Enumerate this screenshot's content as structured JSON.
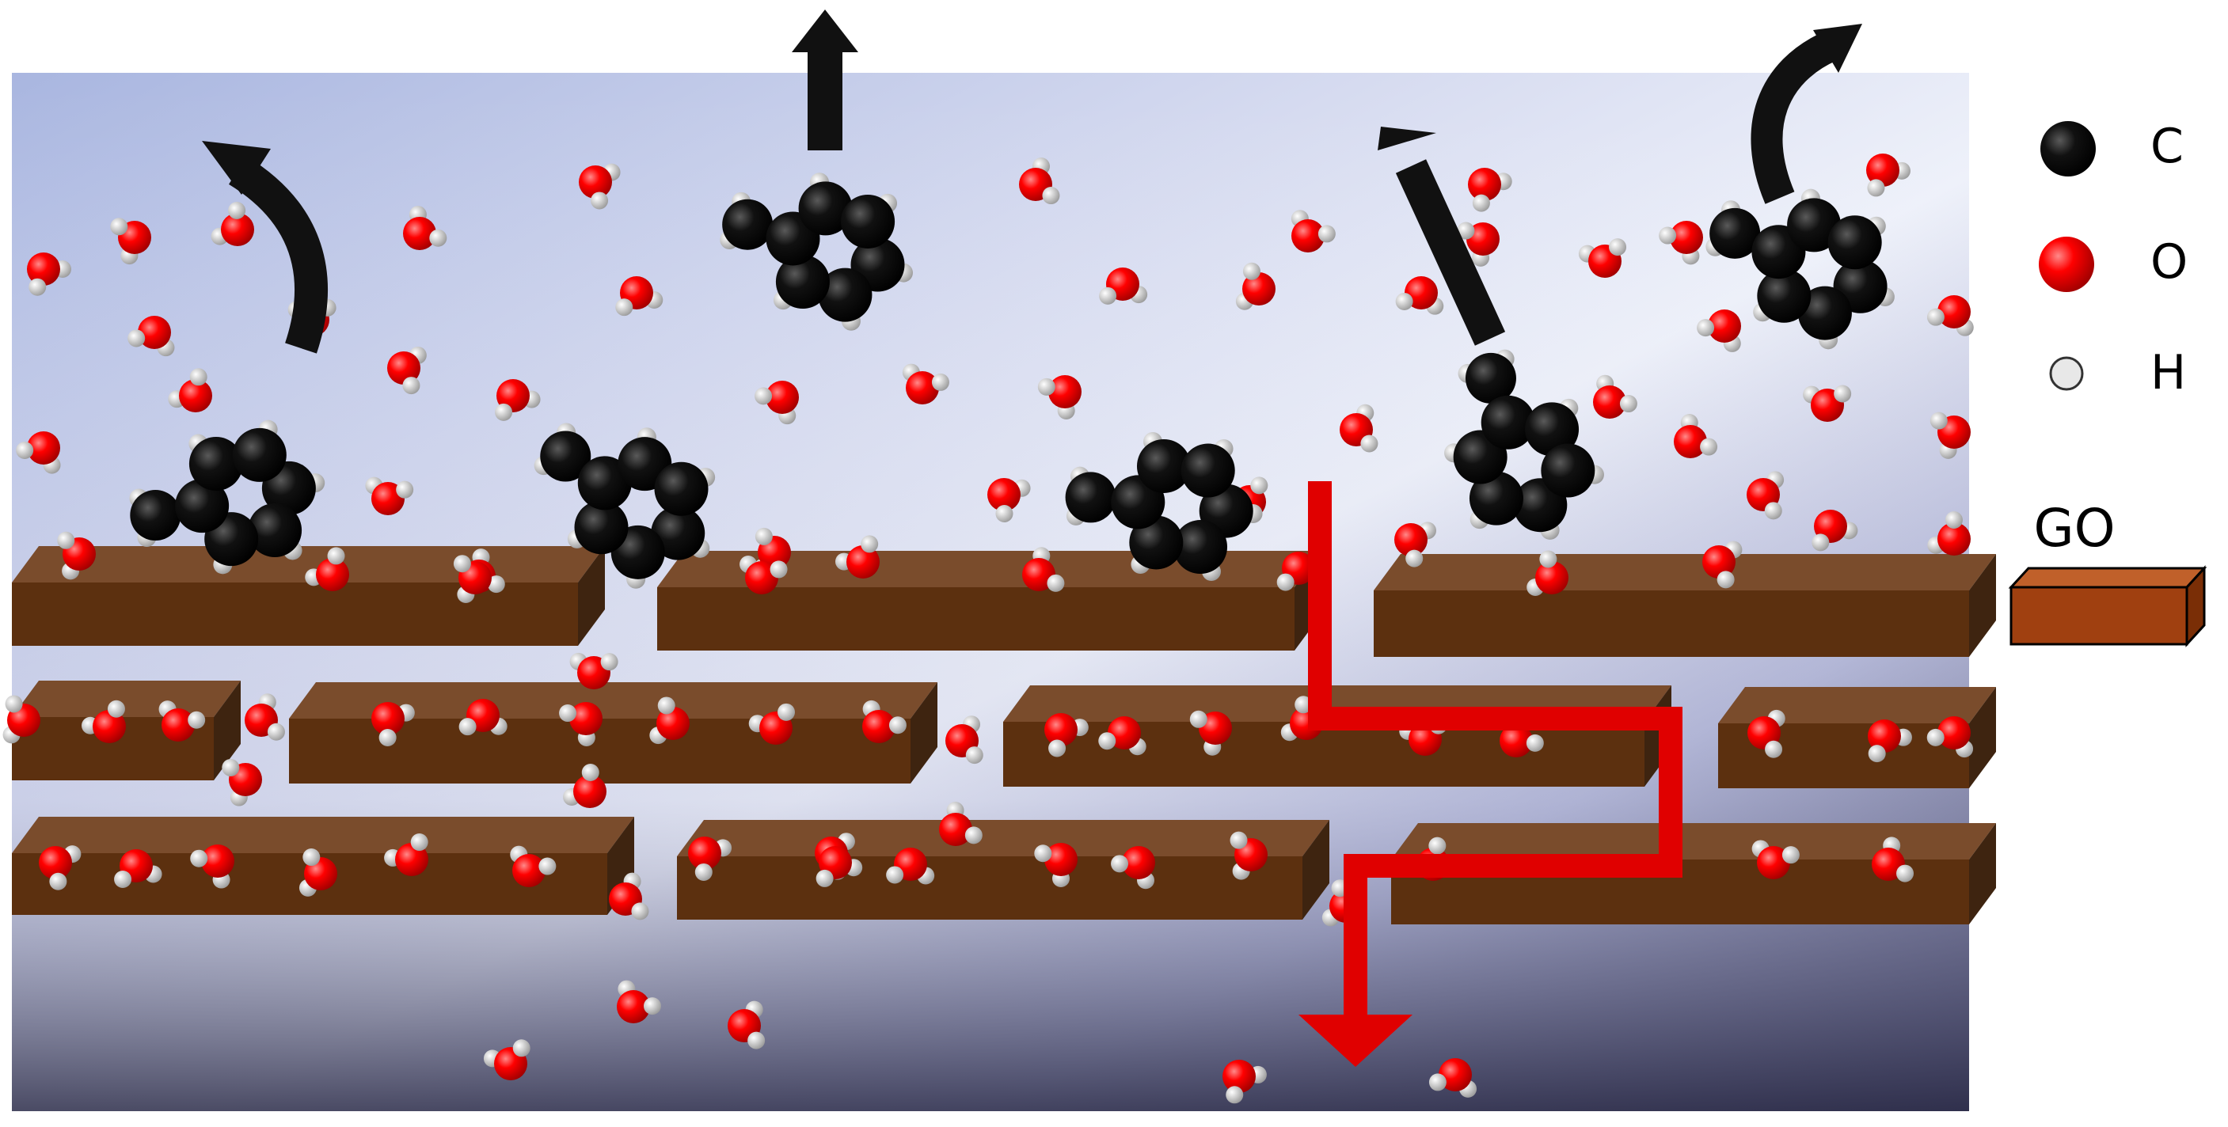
{
  "legend": {
    "carbon_label": "C",
    "oxygen_label": "O",
    "hydrogen_label": "H",
    "go_label": "GO"
  },
  "colors": {
    "carbon": "#0a0a0a",
    "oxygen": "#ff0000",
    "hydrogen": "#d8d8d8",
    "go_top": "#7a4a2a",
    "go_front": "#5a2e0e",
    "go_legend": "#a04010",
    "water_path": "#e00000",
    "arrow": "#111111",
    "background_top": "#c3cbe8",
    "background_bottom": "#3c3c5e"
  }
}
